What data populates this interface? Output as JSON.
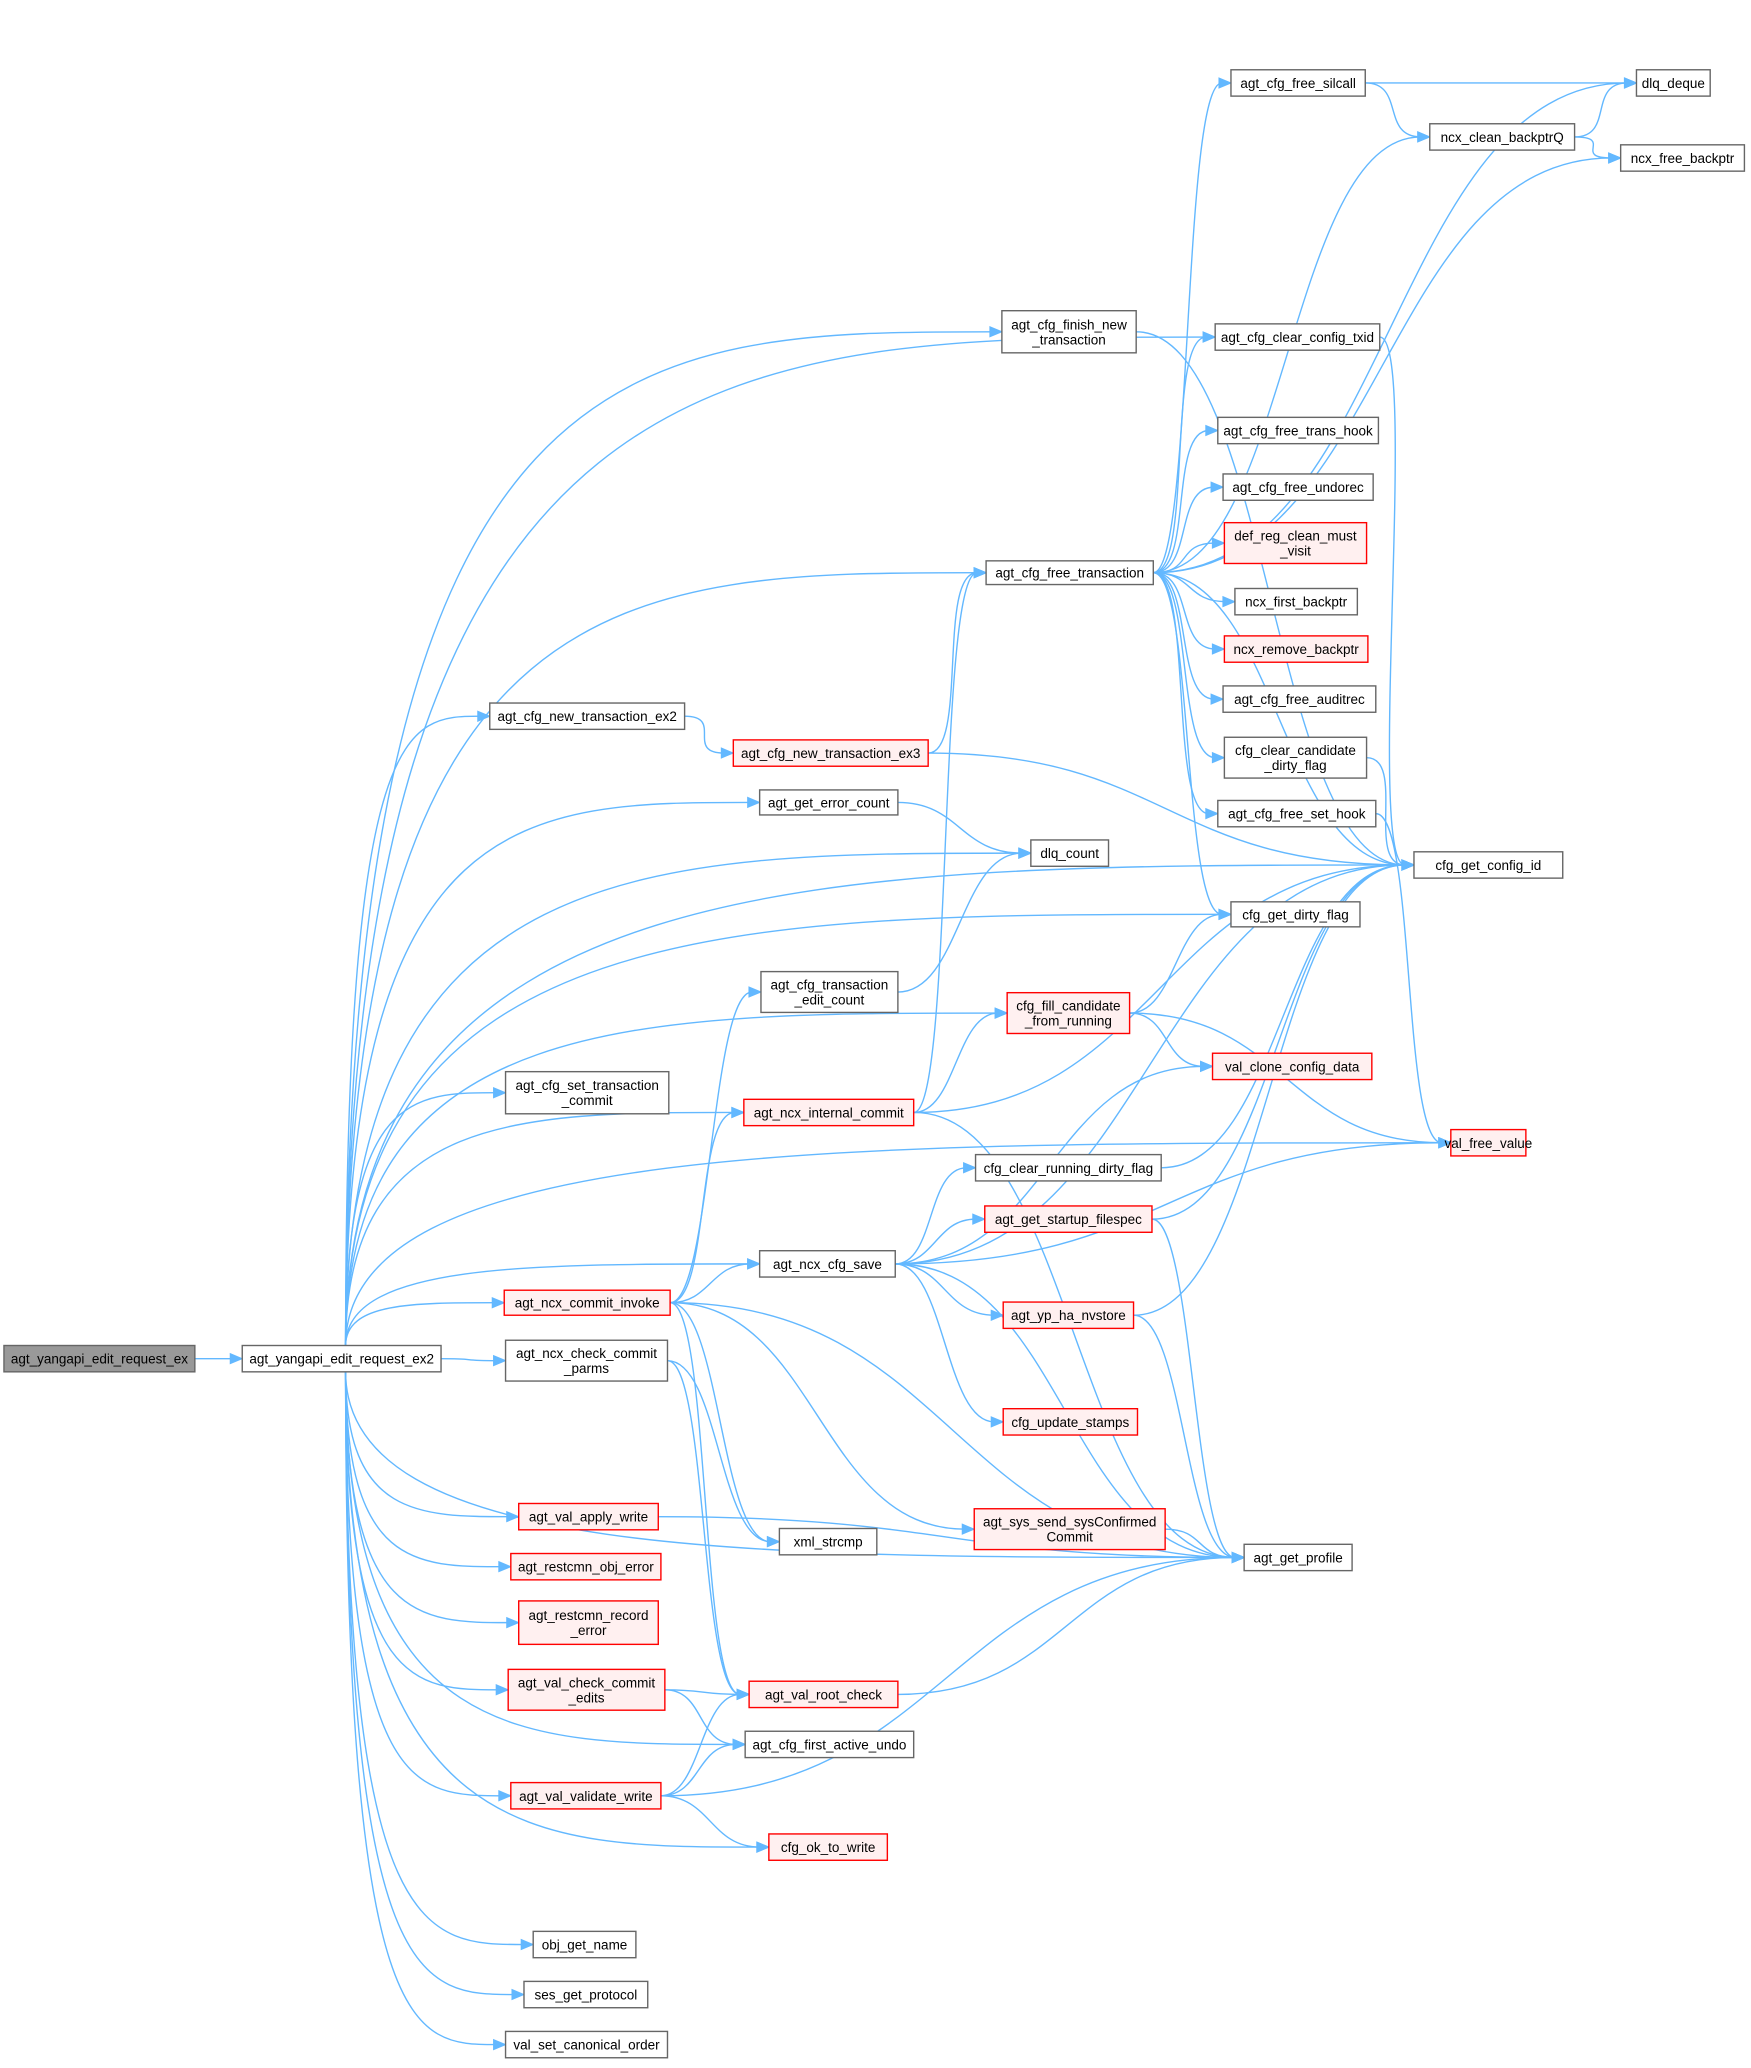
{
  "colors": {
    "edge": "#63b8ff",
    "normal_fill": "#ffffff",
    "normal_stroke": "#666666",
    "red_fill": "#fff0f0",
    "red_stroke": "#ff0000",
    "root_fill": "#999999",
    "root_stroke": "#666666"
  },
  "nodes": [
    {
      "id": "ex",
      "lines": [
        "agt_yangapi_edit_request_ex"
      ],
      "style": "root"
    },
    {
      "id": "ex2",
      "lines": [
        "agt_yangapi_edit_request_ex2"
      ],
      "style": "normal"
    },
    {
      "id": "finish",
      "lines": [
        "agt_cfg_finish_new",
        "_transaction"
      ],
      "style": "normal"
    },
    {
      "id": "freetx",
      "lines": [
        "agt_cfg_free_transaction"
      ],
      "style": "normal"
    },
    {
      "id": "newex2",
      "lines": [
        "agt_cfg_new_transaction_ex2"
      ],
      "style": "normal"
    },
    {
      "id": "newex3",
      "lines": [
        "agt_cfg_new_transaction_ex3"
      ],
      "style": "red"
    },
    {
      "id": "errcount",
      "lines": [
        "agt_get_error_count"
      ],
      "style": "normal"
    },
    {
      "id": "dlqcount",
      "lines": [
        "dlq_count"
      ],
      "style": "normal"
    },
    {
      "id": "editcount",
      "lines": [
        "agt_cfg_transaction",
        "_edit_count"
      ],
      "style": "normal"
    },
    {
      "id": "settxcommit",
      "lines": [
        "agt_cfg_set_transaction",
        "_commit"
      ],
      "style": "normal"
    },
    {
      "id": "intcommit",
      "lines": [
        "agt_ncx_internal_commit"
      ],
      "style": "red"
    },
    {
      "id": "cfgsave",
      "lines": [
        "agt_ncx_cfg_save"
      ],
      "style": "normal"
    },
    {
      "id": "commitinvoke",
      "lines": [
        "agt_ncx_commit_invoke"
      ],
      "style": "red"
    },
    {
      "id": "checkparms",
      "lines": [
        "agt_ncx_check_commit",
        "_parms"
      ],
      "style": "normal"
    },
    {
      "id": "applywrite",
      "lines": [
        "agt_val_apply_write"
      ],
      "style": "red"
    },
    {
      "id": "objerror",
      "lines": [
        "agt_restcmn_obj_error"
      ],
      "style": "red"
    },
    {
      "id": "recorderror",
      "lines": [
        "agt_restcmn_record",
        "_error"
      ],
      "style": "red"
    },
    {
      "id": "checkedits",
      "lines": [
        "agt_val_check_commit",
        "_edits"
      ],
      "style": "red"
    },
    {
      "id": "validatewrite",
      "lines": [
        "agt_val_validate_write"
      ],
      "style": "red"
    },
    {
      "id": "objname",
      "lines": [
        "obj_get_name"
      ],
      "style": "normal"
    },
    {
      "id": "sesproto",
      "lines": [
        "ses_get_protocol"
      ],
      "style": "normal"
    },
    {
      "id": "canon",
      "lines": [
        "val_set_canonical_order"
      ],
      "style": "normal"
    },
    {
      "id": "silcall",
      "lines": [
        "agt_cfg_free_silcall"
      ],
      "style": "normal"
    },
    {
      "id": "dlqdeque",
      "lines": [
        "dlq_deque"
      ],
      "style": "normal"
    },
    {
      "id": "cleanq",
      "lines": [
        "ncx_clean_backptrQ"
      ],
      "style": "normal"
    },
    {
      "id": "freebackptr",
      "lines": [
        "ncx_free_backptr"
      ],
      "style": "normal"
    },
    {
      "id": "cleartxid",
      "lines": [
        "agt_cfg_clear_config_txid"
      ],
      "style": "normal"
    },
    {
      "id": "transhook",
      "lines": [
        "agt_cfg_free_trans_hook"
      ],
      "style": "normal"
    },
    {
      "id": "undorec",
      "lines": [
        "agt_cfg_free_undorec"
      ],
      "style": "normal"
    },
    {
      "id": "defreg",
      "lines": [
        "def_reg_clean_must",
        "_visit"
      ],
      "style": "red"
    },
    {
      "id": "firstbackptr",
      "lines": [
        "ncx_first_backptr"
      ],
      "style": "normal"
    },
    {
      "id": "removebackptr",
      "lines": [
        "ncx_remove_backptr"
      ],
      "style": "red"
    },
    {
      "id": "auditrec",
      "lines": [
        "agt_cfg_free_auditrec"
      ],
      "style": "normal"
    },
    {
      "id": "clearcand",
      "lines": [
        "cfg_clear_candidate",
        "_dirty_flag"
      ],
      "style": "normal"
    },
    {
      "id": "sethook",
      "lines": [
        "agt_cfg_free_set_hook"
      ],
      "style": "normal"
    },
    {
      "id": "configid",
      "lines": [
        "cfg_get_config_id"
      ],
      "style": "normal"
    },
    {
      "id": "dirtyflag",
      "lines": [
        "cfg_get_dirty_flag"
      ],
      "style": "normal"
    },
    {
      "id": "fillcand",
      "lines": [
        "cfg_fill_candidate",
        "_from_running"
      ],
      "style": "red"
    },
    {
      "id": "cloneconfig",
      "lines": [
        "val_clone_config_data"
      ],
      "style": "red"
    },
    {
      "id": "freevalue",
      "lines": [
        "val_free_value"
      ],
      "style": "red"
    },
    {
      "id": "clearrunning",
      "lines": [
        "cfg_clear_running_dirty_flag"
      ],
      "style": "normal"
    },
    {
      "id": "startup",
      "lines": [
        "agt_get_startup_filespec"
      ],
      "style": "red"
    },
    {
      "id": "nvstore",
      "lines": [
        "agt_yp_ha_nvstore"
      ],
      "style": "red"
    },
    {
      "id": "stamps",
      "lines": [
        "cfg_update_stamps"
      ],
      "style": "red"
    },
    {
      "id": "sysconfirmed",
      "lines": [
        "agt_sys_send_sysConfirmed",
        "Commit"
      ],
      "style": "red"
    },
    {
      "id": "xmlstrcmp",
      "lines": [
        "xml_strcmp"
      ],
      "style": "normal"
    },
    {
      "id": "profile",
      "lines": [
        "agt_get_profile"
      ],
      "style": "normal"
    },
    {
      "id": "rootcheck",
      "lines": [
        "agt_val_root_check"
      ],
      "style": "red"
    },
    {
      "id": "firstundo",
      "lines": [
        "agt_cfg_first_active_undo"
      ],
      "style": "normal"
    },
    {
      "id": "oktowrite",
      "lines": [
        "cfg_ok_to_write"
      ],
      "style": "red"
    }
  ],
  "edges": [
    [
      "ex",
      "ex2"
    ],
    [
      "ex2",
      "configid"
    ],
    [
      "ex2",
      "finish"
    ],
    [
      "ex2",
      "cleartxid"
    ],
    [
      "ex2",
      "freetx"
    ],
    [
      "ex2",
      "newex2"
    ],
    [
      "ex2",
      "errcount"
    ],
    [
      "ex2",
      "dlqcount"
    ],
    [
      "ex2",
      "dirtyflag"
    ],
    [
      "ex2",
      "settxcommit"
    ],
    [
      "ex2",
      "intcommit"
    ],
    [
      "ex2",
      "fillcand"
    ],
    [
      "ex2",
      "cfgsave"
    ],
    [
      "ex2",
      "commitinvoke"
    ],
    [
      "ex2",
      "checkparms"
    ],
    [
      "ex2",
      "profile"
    ],
    [
      "ex2",
      "applywrite"
    ],
    [
      "ex2",
      "objerror"
    ],
    [
      "ex2",
      "recorderror"
    ],
    [
      "ex2",
      "checkedits"
    ],
    [
      "ex2",
      "firstundo"
    ],
    [
      "ex2",
      "validatewrite"
    ],
    [
      "ex2",
      "oktowrite"
    ],
    [
      "ex2",
      "freevalue"
    ],
    [
      "ex2",
      "objname"
    ],
    [
      "ex2",
      "sesproto"
    ],
    [
      "ex2",
      "canon"
    ],
    [
      "finish",
      "configid"
    ],
    [
      "freetx",
      "silcall"
    ],
    [
      "freetx",
      "dlqdeque"
    ],
    [
      "freetx",
      "cleanq"
    ],
    [
      "freetx",
      "freebackptr"
    ],
    [
      "freetx",
      "cleartxid"
    ],
    [
      "freetx",
      "configid"
    ],
    [
      "freetx",
      "transhook"
    ],
    [
      "freetx",
      "undorec"
    ],
    [
      "freetx",
      "defreg"
    ],
    [
      "freetx",
      "firstbackptr"
    ],
    [
      "freetx",
      "removebackptr"
    ],
    [
      "freetx",
      "auditrec"
    ],
    [
      "freetx",
      "clearcand"
    ],
    [
      "freetx",
      "sethook"
    ],
    [
      "freetx",
      "dirtyflag"
    ],
    [
      "silcall",
      "dlqdeque"
    ],
    [
      "silcall",
      "cleanq"
    ],
    [
      "cleanq",
      "dlqdeque"
    ],
    [
      "cleanq",
      "freebackptr"
    ],
    [
      "cleartxid",
      "configid"
    ],
    [
      "clearcand",
      "configid"
    ],
    [
      "sethook",
      "freevalue"
    ],
    [
      "newex2",
      "newex3"
    ],
    [
      "newex3",
      "freetx"
    ],
    [
      "newex3",
      "configid"
    ],
    [
      "errcount",
      "dlqcount"
    ],
    [
      "editcount",
      "dlqcount"
    ],
    [
      "intcommit",
      "freetx"
    ],
    [
      "intcommit",
      "fillcand"
    ],
    [
      "intcommit",
      "configid"
    ],
    [
      "intcommit",
      "profile"
    ],
    [
      "fillcand",
      "dirtyflag"
    ],
    [
      "fillcand",
      "cloneconfig"
    ],
    [
      "fillcand",
      "freevalue"
    ],
    [
      "cfgsave",
      "cloneconfig"
    ],
    [
      "cfgsave",
      "configid"
    ],
    [
      "cfgsave",
      "clearrunning"
    ],
    [
      "cfgsave",
      "startup"
    ],
    [
      "cfgsave",
      "freevalue"
    ],
    [
      "cfgsave",
      "nvstore"
    ],
    [
      "cfgsave",
      "stamps"
    ],
    [
      "cfgsave",
      "profile"
    ],
    [
      "clearrunning",
      "configid"
    ],
    [
      "startup",
      "configid"
    ],
    [
      "startup",
      "profile"
    ],
    [
      "nvstore",
      "configid"
    ],
    [
      "nvstore",
      "profile"
    ],
    [
      "commitinvoke",
      "editcount"
    ],
    [
      "commitinvoke",
      "intcommit"
    ],
    [
      "commitinvoke",
      "cfgsave"
    ],
    [
      "commitinvoke",
      "sysconfirmed"
    ],
    [
      "commitinvoke",
      "xmlstrcmp"
    ],
    [
      "commitinvoke",
      "rootcheck"
    ],
    [
      "commitinvoke",
      "profile"
    ],
    [
      "checkparms",
      "xmlstrcmp"
    ],
    [
      "checkparms",
      "rootcheck"
    ],
    [
      "sysconfirmed",
      "profile"
    ],
    [
      "applywrite",
      "profile"
    ],
    [
      "checkedits",
      "rootcheck"
    ],
    [
      "checkedits",
      "firstundo"
    ],
    [
      "validatewrite",
      "rootcheck"
    ],
    [
      "validatewrite",
      "firstundo"
    ],
    [
      "validatewrite",
      "oktowrite"
    ],
    [
      "validatewrite",
      "profile"
    ],
    [
      "rootcheck",
      "profile"
    ]
  ]
}
